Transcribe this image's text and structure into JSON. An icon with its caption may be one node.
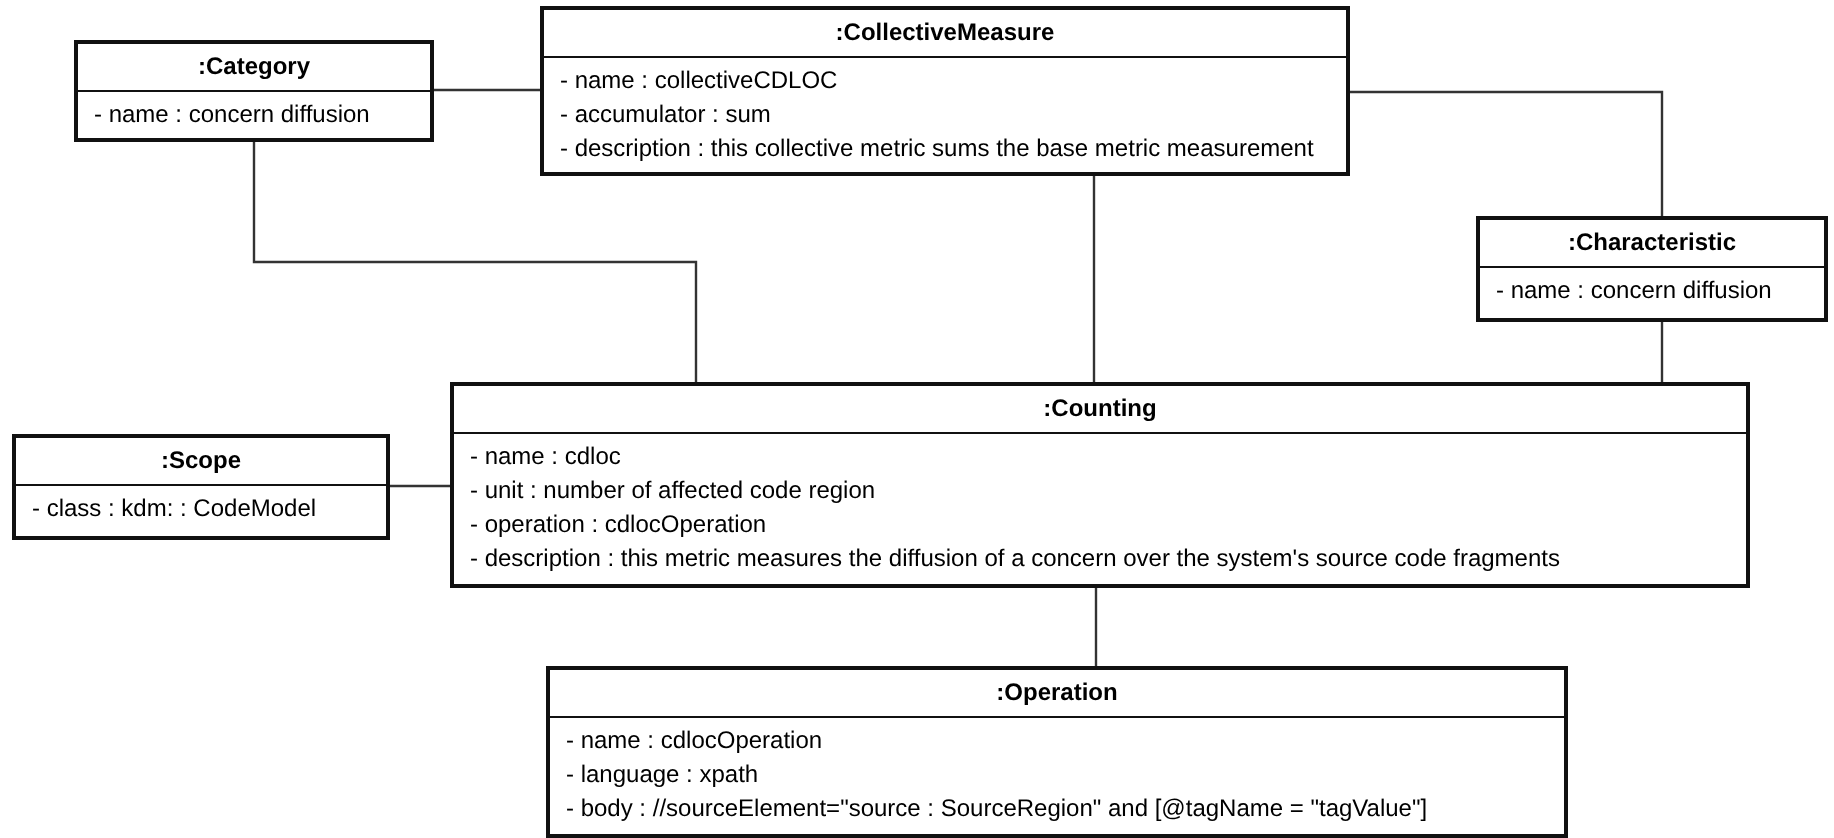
{
  "diagram": {
    "nodes": [
      {
        "text": [
          ":Category",
          "- name : concern diffusion"
        ]
      },
      {
        "text": [
          ":CollectiveMeasure",
          "- name : collectiveCDLOC",
          "- accumulator : sum",
          "- description : this collective metric sums the base metric measurement"
        ]
      },
      {
        "text": [
          ":Characteristic",
          "- name : concern diffusion"
        ]
      },
      {
        "text": [
          ":Scope",
          "- class : kdm: : CodeModel"
        ]
      },
      {
        "text": [
          ":Counting",
          "- name : cdloc",
          "- unit : number of affected code region",
          "- operation : cdlocOperation",
          "- description : this metric measures the diffusion of a concern over the system's source code fragments"
        ]
      },
      {
        "text": [
          ":Operation",
          "- name : cdlocOperation",
          "- language : xpath",
          "- body : //sourceElement=\"source : SourceRegion\" and [@tagName = \"tagValue\"]"
        ]
      }
    ],
    "edges": [
      {
        "from": 0,
        "to": 1,
        "arrow": "none"
      },
      {
        "from": 0,
        "to": 4,
        "arrow": "none"
      },
      {
        "from": 1,
        "to": 4,
        "arrow": "none"
      },
      {
        "from": 1,
        "to": 2,
        "arrow": "none"
      },
      {
        "from": 2,
        "to": 4,
        "arrow": "none"
      },
      {
        "from": 3,
        "to": 4,
        "arrow": "none"
      },
      {
        "from": 4,
        "to": 5,
        "arrow": "none"
      }
    ]
  }
}
